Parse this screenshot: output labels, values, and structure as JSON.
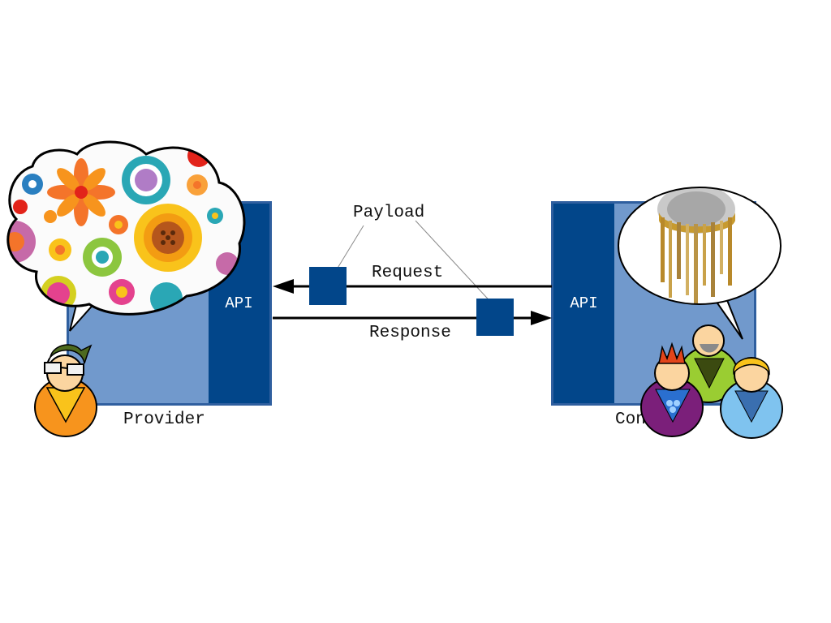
{
  "provider": {
    "label": "Provider",
    "api_label": "API"
  },
  "consumer": {
    "label": "Consumer",
    "api_label": "API"
  },
  "flows": {
    "request_label": "Request",
    "response_label": "Response",
    "payload_label": "Payload"
  },
  "colors": {
    "box_fill": "#7199cc",
    "api_fill": "#02468a",
    "packet_fill": "#02468a",
    "arrow": "#000000"
  },
  "icons": {
    "provider_thought": "flower-pattern-cloud-icon",
    "provider_person": "person-with-glasses-icon",
    "consumer_speech": "melting-coin-speech-bubble-icon",
    "consumer_people": "group-of-three-people-icon"
  }
}
